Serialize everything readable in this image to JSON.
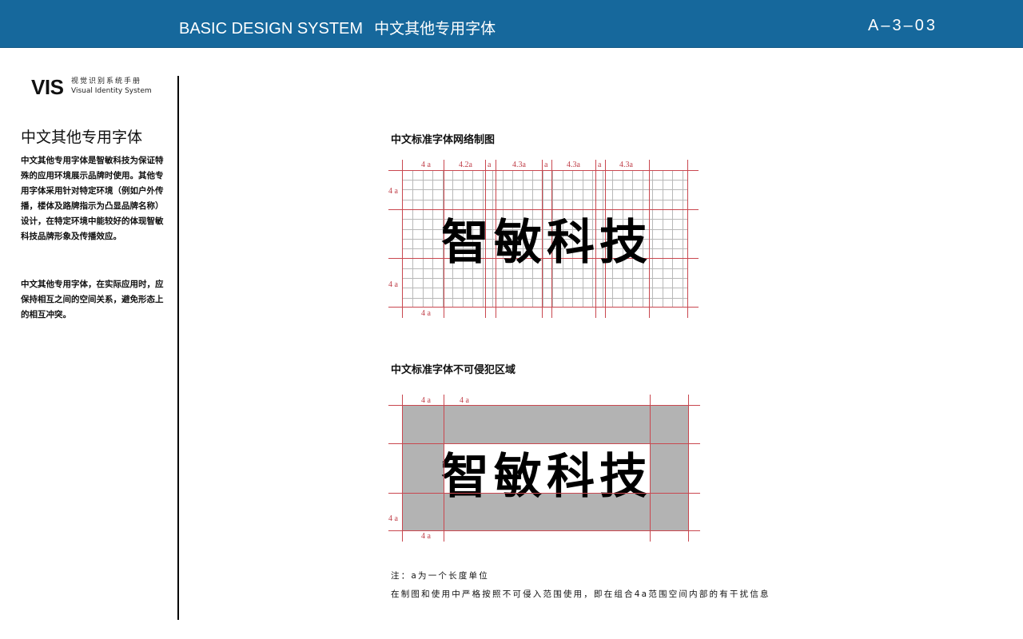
{
  "header": {
    "title_en": "BASIC DESIGN SYSTEM",
    "title_zh": "中文其他专用字体",
    "page_code": "A–3–03",
    "bg_color": "#16689c"
  },
  "sidebar": {
    "logo": "VIS",
    "logo_sub_zh": "视觉识别系统手册",
    "logo_sub_en": "Visual Identity System",
    "title": "中文其他专用字体",
    "paragraph1": "中文其他专用字体是智敏科技为保证特殊的应用环境展示品牌时使用。其他专用字体采用针对特定环境（例如户外传播，楼体及路牌指示为凸显品牌名称）设计，在特定环境中能较好的体现智敏科技品牌形象及传播效应。",
    "paragraph2": "中文其他专用字体，在实际应用时，应保持相互之间的空间关系，避免形态上的相互冲突。"
  },
  "grid_section": {
    "title": "中文标准字体网络制图",
    "brand_text": "智敏科技",
    "top_labels": [
      "4 a",
      "4.2a",
      "a",
      "4.3a",
      "a",
      "4.3a",
      "a",
      "4.3a"
    ],
    "left_labels": [
      "4 a",
      "4 a"
    ],
    "bottom_label": "4 a"
  },
  "clear_zone_section": {
    "title": "中文标准字体不可侵犯区域",
    "brand_text": "智敏科技",
    "top_labels": [
      "4 a",
      "4 a"
    ],
    "left_label": "4 a",
    "bottom_label": "4 a",
    "zone_color": "#b3b3b3"
  },
  "notes": {
    "line1": "注：a为一个长度单位",
    "line2": "在制图和使用中严格按照不可侵入范围使用，即在组合4a范围空间内部的有干扰信息"
  },
  "colors": {
    "guide_red": "#c9474f",
    "grid_grey": "#b8b8b8"
  }
}
